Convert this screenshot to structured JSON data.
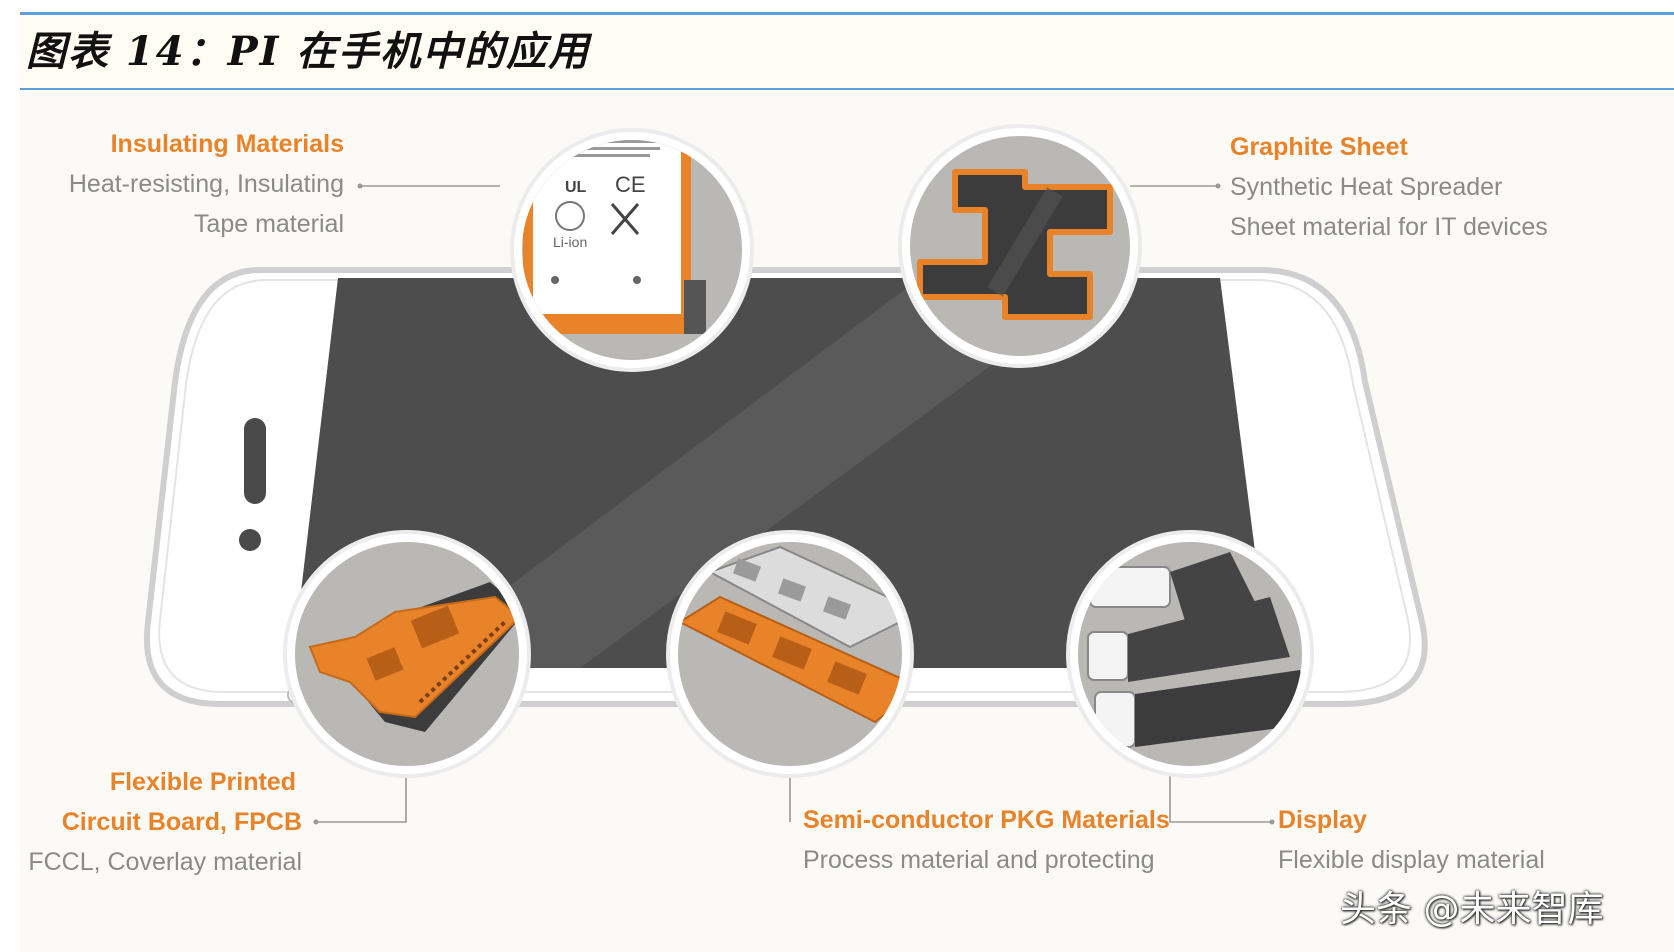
{
  "title": "图表 14：PI 在手机中的应用",
  "labels": {
    "insulating": {
      "title": "Insulating Materials",
      "line1": "Heat-resisting, Insulating",
      "line2": "Tape material"
    },
    "graphite": {
      "title": "Graphite Sheet",
      "line1": "Synthetic Heat Spreader",
      "line2": "Sheet material for IT devices"
    },
    "fpcb": {
      "title1": "Flexible Printed",
      "title2": "Circuit Board, FPCB",
      "line1": "FCCL, Coverlay material"
    },
    "semi": {
      "title": "Semi-conductor PKG Materials",
      "line1": "Process material and protecting"
    },
    "display": {
      "title": "Display",
      "line1": "Flexible display material"
    }
  },
  "battery_text": {
    "liion": "Li-ion",
    "ce": "CE"
  },
  "watermark": "头条 @未来智库",
  "colors": {
    "accent": "#e8832a",
    "rule": "#5ea0dc",
    "screen": "#4d4d4d",
    "inset_bg": "#b9b8b4"
  }
}
